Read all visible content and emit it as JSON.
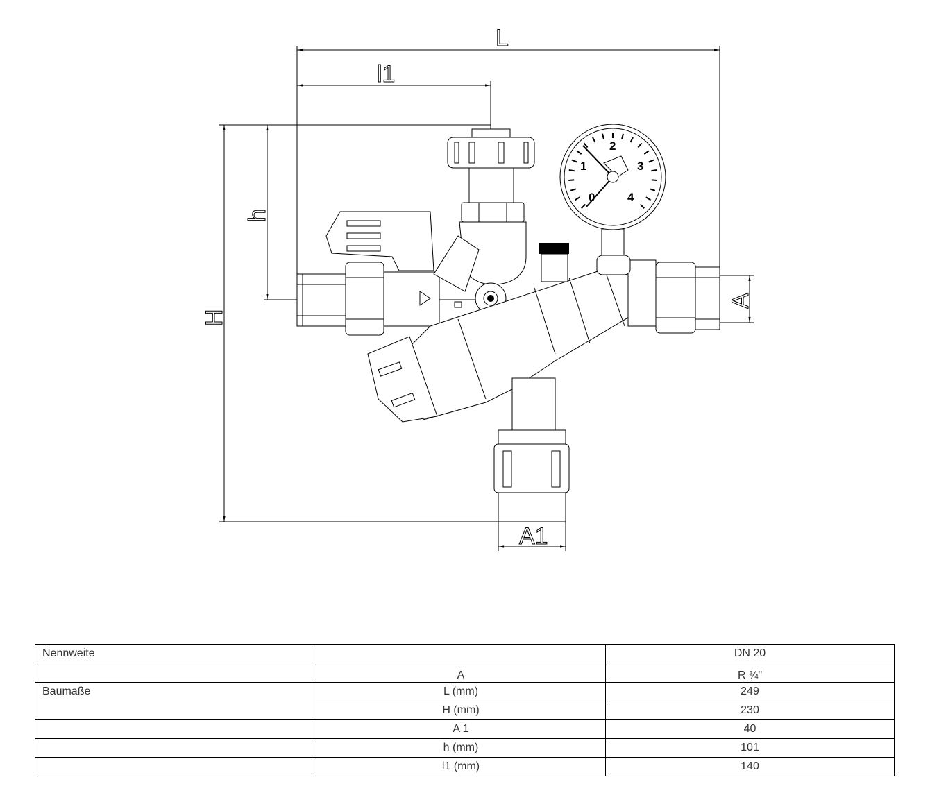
{
  "drawing": {
    "dimensions": {
      "L": "L",
      "l1": "l1",
      "h": "h",
      "H": "H",
      "A": "A",
      "A1": "A1"
    },
    "gauge_numbers": [
      "0",
      "1",
      "2",
      "3",
      "4"
    ]
  },
  "table": {
    "rows": [
      {
        "c1": "Nennweite",
        "c2": "",
        "c3": "DN 20"
      },
      {
        "c1": "",
        "c2": "A",
        "c3": "R ¾\""
      },
      {
        "c1": "Baumaße",
        "c2": "L (mm)",
        "c3": "249"
      },
      {
        "c1": "",
        "c2": "H (mm)",
        "c3": "230"
      },
      {
        "c1": "",
        "c2": "A 1",
        "c3": "40"
      },
      {
        "c1": "",
        "c2": "h (mm)",
        "c3": "101"
      },
      {
        "c1": "",
        "c2": "l1 (mm)",
        "c3": "140"
      }
    ]
  }
}
